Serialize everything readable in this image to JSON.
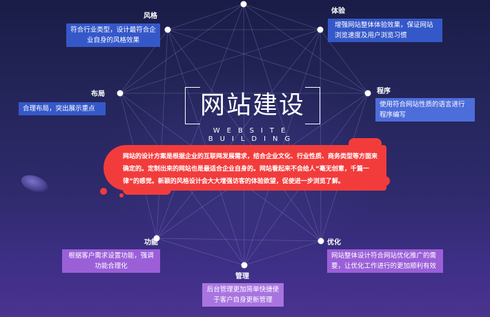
{
  "title": {
    "main": "网站建设",
    "sub": "WEBSITE BUILDING"
  },
  "banner": {
    "text": "网站的设计方案是根据企业的互联网发展需求，结合企业文化、行业性质、商务类型等方面来确定的。定制出来的网站也是最适合企业自身的。网站看起来不会给人“毫无创意，千篇一律”的感觉。新颖的风格设计会大大增强访客的体验欲望，促使进一步浏览了解。",
    "color": "#f23c3c"
  },
  "nodes": [
    {
      "key": "style",
      "label": "风格",
      "desc": "符合行业类型，设计最符合企业自身的风格效果",
      "color": "#3558c9"
    },
    {
      "key": "experience",
      "label": "体验",
      "desc": "增强网站整体体验效果，保证网站浏览速度及用户浏览习惯",
      "color": "#3558c9"
    },
    {
      "key": "layout",
      "label": "布局",
      "desc": "合理布局，突出展示重点",
      "color": "#3558c9"
    },
    {
      "key": "program",
      "label": "程序",
      "desc": "使用符合网站性质的语言进行程序编写",
      "color": "#4d6ddb"
    },
    {
      "key": "function",
      "label": "功能",
      "desc": "根据客户需求设置功能，强调功能合理化",
      "color": "#9b5fd8"
    },
    {
      "key": "optimization",
      "label": "优化",
      "desc": "网站整体设计符合网站优化推广的需要，让优化工作进行的更加顺利有效",
      "color": "#9b5fd8"
    },
    {
      "key": "management",
      "label": "管理",
      "desc": "后台管理更加简单快捷便于客户自身更新管理",
      "color": "#a874e0"
    }
  ],
  "colors": {
    "background_top": "#1a1c47",
    "background_bottom": "#4b338f",
    "box_blue": "#3558c9",
    "box_purple": "#9b5fd8"
  }
}
